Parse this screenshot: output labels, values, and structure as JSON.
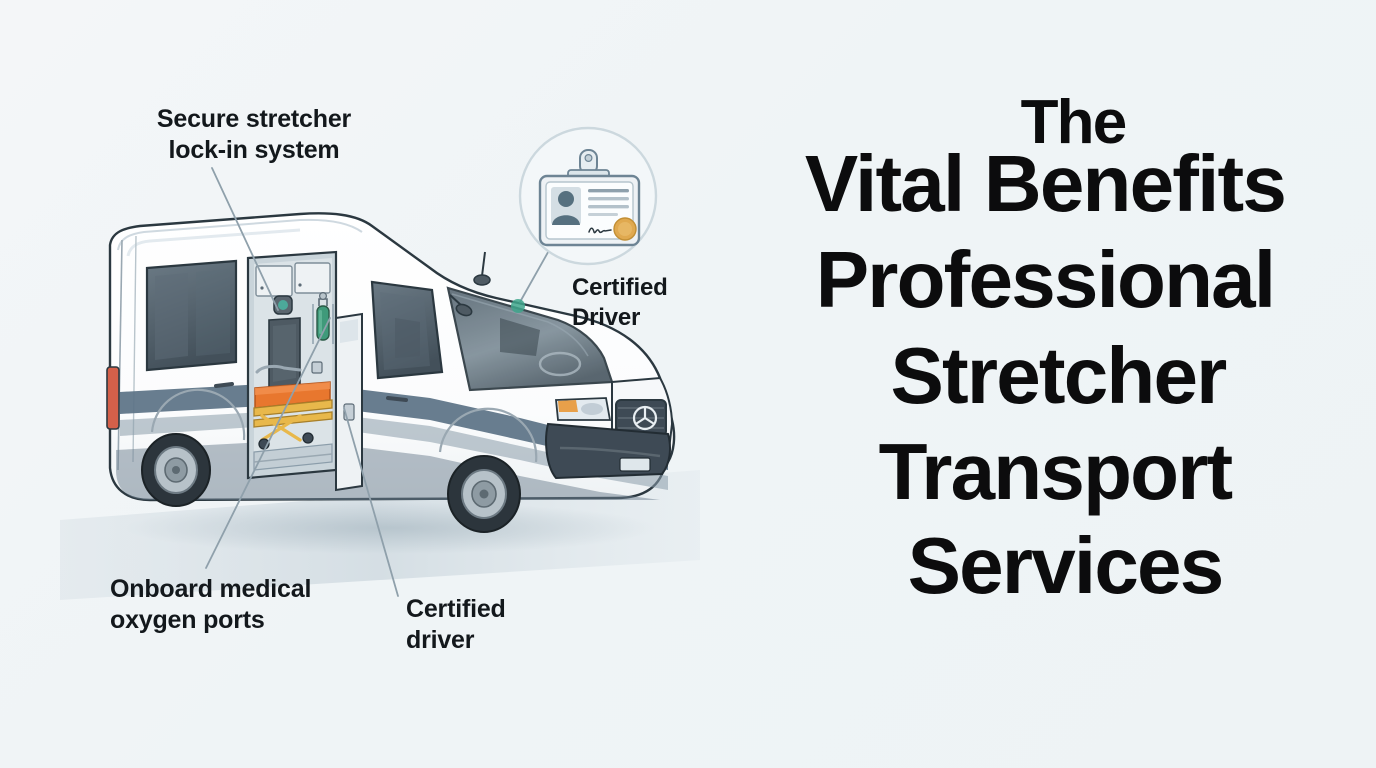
{
  "background": {
    "color_top_left": "#f4f6f8",
    "color_bottom_right": "#eef3f5"
  },
  "headline": {
    "lines": [
      "The",
      "Vital Benefits",
      "Professional",
      "Stretcher",
      "Transport",
      "Services"
    ],
    "full_text": "The Vital Benefits Professional Stretcher Transport Services",
    "color": "#0c0c0d"
  },
  "callouts": [
    {
      "id": "secure-stretcher",
      "line1": "Secure stretcher",
      "line2": "lock-in system",
      "text": "Secure stretcher\nlock-in system"
    },
    {
      "id": "certified-driver-badge",
      "line1": "Certified",
      "line2": "Driver",
      "text": "Certified\nDriver"
    },
    {
      "id": "onboard-oxygen",
      "line1": "Onboard medical",
      "line2": "oxygen ports",
      "text": "Onboard medical\noxygen ports"
    },
    {
      "id": "certified-driver-lower",
      "line1": "Certified",
      "line2": "driver",
      "text": "Certified\ndriver"
    }
  ],
  "illustration": {
    "subject": "ambulance-van",
    "vehicle": {
      "type": "Mercedes-Benz Sprinter stretcher transport van",
      "body_color": "#ffffff",
      "stripe_color": "#5b7285",
      "lower_body_color": "#4a5c6b",
      "bumper_color": "#3e4a55",
      "emblem": "mercedes-star",
      "taillight_color": "#d4604a"
    },
    "interior": {
      "stretcher_color": "#e8772e",
      "stretcher_frame_color": "#e8b84b",
      "seat_color": "#4e5a63",
      "oxygen_cylinder_color": "#3f9a7a",
      "cabinet_color": "#dfe6e9"
    },
    "badge_icon": {
      "name": "certified-driver-id-badge",
      "card_color": "#eef2f5",
      "card_border": "#6d8494",
      "photo_color": "#56707f",
      "seal_color": "#e0a94f",
      "circle_ring_color": "#ccd8de"
    },
    "leader_line_color": "#8fa0ab",
    "marker_dot_color": "#3fa68c",
    "ground_shadow_color": "#d6dee3"
  }
}
